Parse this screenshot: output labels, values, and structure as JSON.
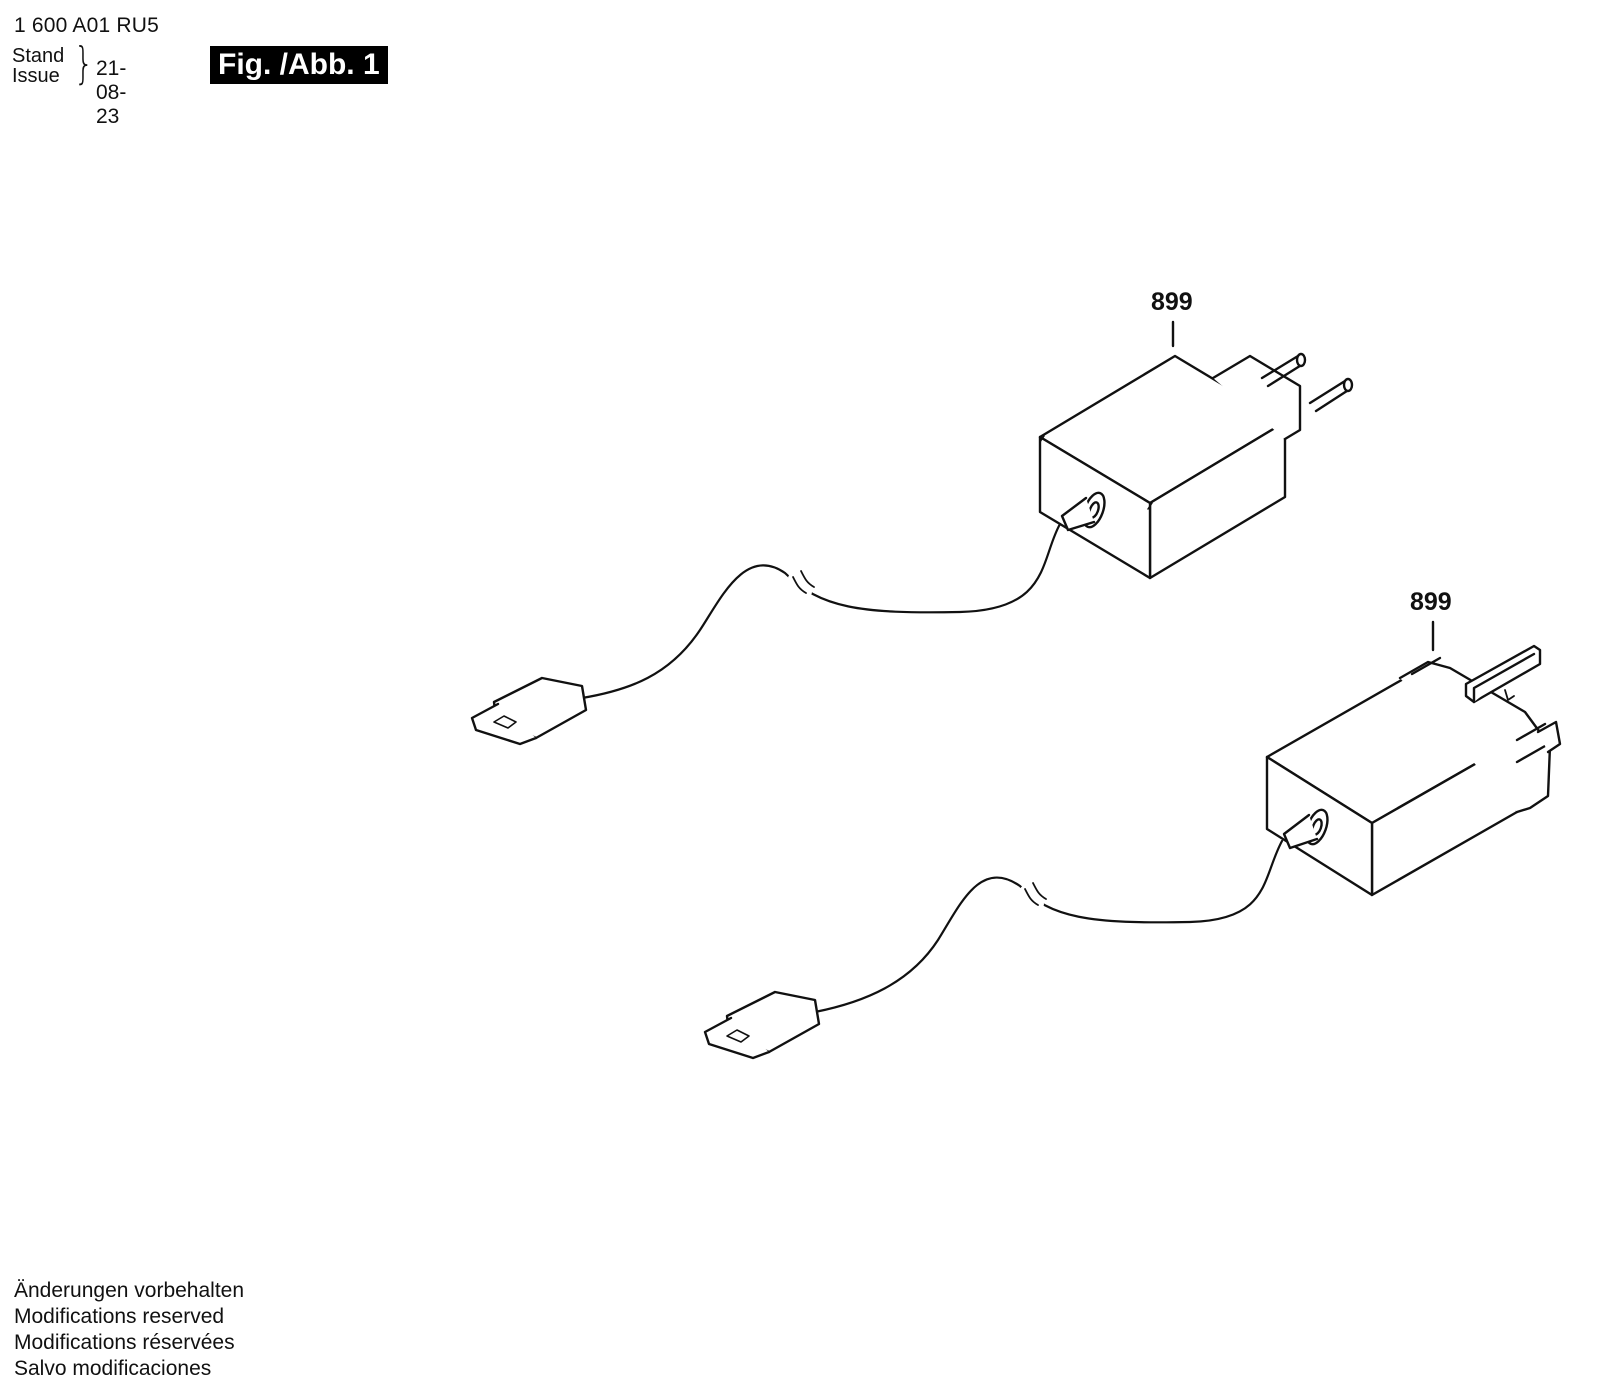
{
  "header": {
    "part_number": "1 600 A01 RU5",
    "stand_label": "Stand",
    "issue_label": "Issue",
    "issue_date": "21-08-23",
    "figure_label": "Fig. /Abb. 1"
  },
  "callouts": [
    {
      "label": "899"
    },
    {
      "label": "899"
    }
  ],
  "footer": {
    "notes": [
      "Änderungen vorbehalten",
      "Modifications reserved",
      "Modifications réservées",
      "Salvo modificaciones"
    ]
  }
}
